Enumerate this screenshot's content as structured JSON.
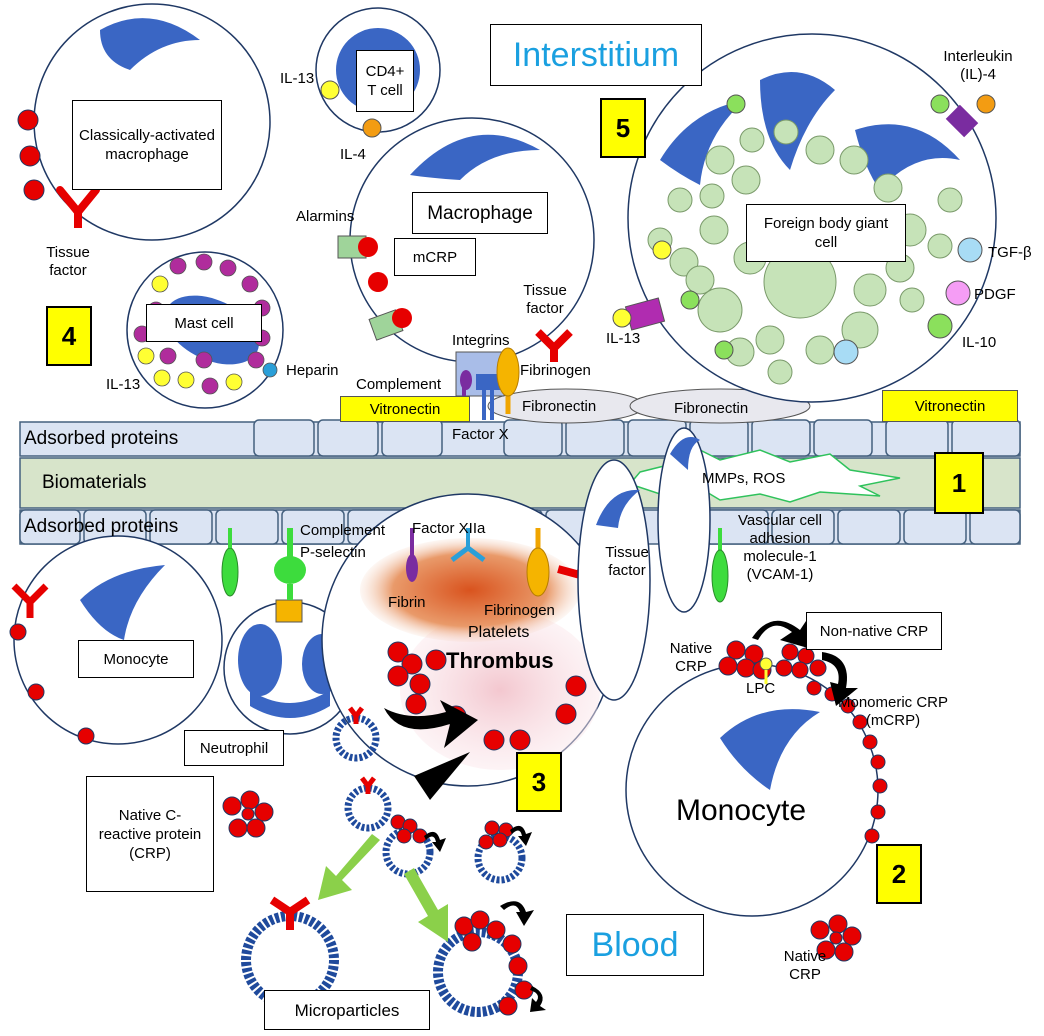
{
  "regions": {
    "interstitium": "Interstitium",
    "blood": "Blood"
  },
  "numbers": {
    "n1": "1",
    "n2": "2",
    "n3": "3",
    "n4": "4",
    "n5": "5"
  },
  "layers": {
    "adsorbed_top": "Adsorbed proteins",
    "biomaterials": "Biomaterials",
    "adsorbed_bottom": "Adsorbed proteins"
  },
  "cells": {
    "classical_macrophage": "Classically-activated macrophage",
    "cd4": "CD4+ T cell",
    "macrophage": "Macrophage",
    "mcrp_box": "mCRP",
    "fbgc": "Foreign body giant cell",
    "mast": "Mast cell",
    "monocyte_small": "Monocyte",
    "monocyte_big": "Monocyte",
    "neutrophil": "Neutrophil",
    "thrombus": "Thrombus",
    "platelets": "Platelets",
    "nonnative_crp": "Non-native CRP",
    "native_crp_box": "Native C-reactive protein (CRP)",
    "microparticles": "Microparticles"
  },
  "labels": {
    "il13_top": "IL-13",
    "il4_top": "IL-4",
    "interleukin": "Interleukin (IL)-4",
    "alarmins": "Alarmins",
    "tissue_factor_left": "Tissue factor",
    "tissue_factor_mid": "Tissue factor",
    "tissue_factor_bottom": "Tissue factor",
    "integrins": "Integrins",
    "complement_top": "Complement",
    "fibrinogen_top": "Fibrinogen",
    "vitronectin_left": "Vitronectin",
    "vitronectin_right": "Vitronectin",
    "fibronectin1": "Fibronectin",
    "fibronectin2": "Fibronectin",
    "factor_x": "Factor X",
    "il13_mast": "IL-13",
    "heparin": "Heparin",
    "il13_fbgc": "IL-13",
    "tgfb": "TGF-β",
    "pdgf": "PDGF",
    "il10": "IL-10",
    "mmps": "MMPs, ROS",
    "complement_bottom": "Complement",
    "pselectin": "P-selectin",
    "factor_xiia": "Factor XIIa",
    "fibrin": "Fibrin",
    "fibrinogen_bottom": "Fibrinogen",
    "vcam": "Vascular cell adhesion molecule-1 (VCAM-1)",
    "native_crp_top": "Native CRP",
    "lpc": "LPC",
    "monomeric": "Monomeric CRP (mCRP)",
    "native_crp_bottom": "Native CRP"
  },
  "colors": {
    "nucleus": "#3a66c4",
    "crp": "#e60000",
    "yellow": "#ffff00",
    "strip": "#d7e4ca",
    "tile": "#dbe4f3",
    "blue_text": "#1aa0e0"
  }
}
